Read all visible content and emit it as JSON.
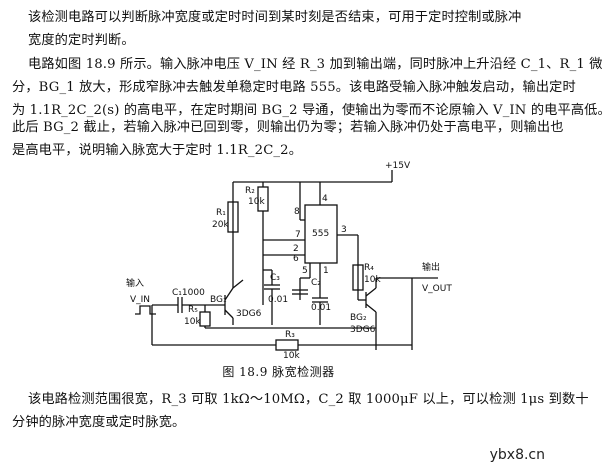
{
  "text": {
    "p1_lines": [
      "该检测电路可以判断脉冲宽度或定时时间到某时刻是否结束，可用于定时控制或脉冲",
      "宽度的定时判断。"
    ],
    "p2_lines": [
      "电路如图 18.9 所示。输入脉冲电压 V_IN 经 R_3 加到输出端，同时脉冲上升沿经 C_1、R_1 微",
      "分，BG_1 放大，形成窄脉冲去触发单稳定时电路 555。该电路受输入脉冲触发启动，输出定时",
      "为 1.1R_2C_2(s) 的高电平，在定时期间 BG_2 导通，使输出为零而不论原输入 V_IN 的电平高低。"
    ],
    "p3_lines": [
      "此后 BG_2 截止，若输入脉冲已回到零，则输出仍为零；若输入脉冲仍处于高电平，则输出也",
      "是高电平，说明输入脉宽大于定时 1.1R_2C_2。"
    ],
    "p4_lines": [
      "该电路检测范围很宽，R_3 可取 1kΩ～10MΩ，C_2 取 1000μF 以上，可以检测 1μs 到数十",
      "分钟的脉冲宽度或定时脉宽。"
    ]
  },
  "figure": {
    "caption": "图 18.9  脉宽检测器",
    "labels": {
      "supply": "+15V",
      "r2": "R₂",
      "r2_val": "10k",
      "r1": "R₁",
      "r1_val": "20k",
      "ic": "555",
      "pin8": "8",
      "pin4": "4",
      "pin7": "7",
      "pin2": "2",
      "pin6": "6",
      "pin3": "3",
      "pin5": "5",
      "pin1": "1",
      "c2": "C₂",
      "c2_val": "0.01",
      "c3": "C₃",
      "c3_val": "0.01",
      "r4": "R₄",
      "r4_val": "10k",
      "output_label": "输出",
      "vout": "V_OUT",
      "input_label": "输入",
      "vin": "V_IN",
      "c1": "C₁1000",
      "r5": "R₅",
      "r5_val": "10k",
      "bg1": "BG₁",
      "bg1_type": "3DG6",
      "bg2": "BG₂",
      "bg2_type": "3DG6",
      "r3": "R₃",
      "r3_val": "10k"
    }
  },
  "watermark": "ybx8.cn"
}
